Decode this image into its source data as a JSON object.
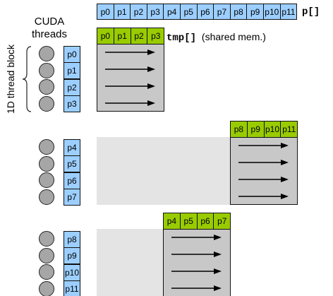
{
  "header": {
    "cuda_threads_line1": "CUDA",
    "cuda_threads_line2": "threads",
    "thread_block_label": "1D thread block"
  },
  "global_array": {
    "label": "p[]",
    "cells": [
      "p0",
      "p1",
      "p2",
      "p3",
      "p4",
      "p5",
      "p6",
      "p7",
      "p8",
      "p9",
      "p10",
      "p11"
    ],
    "color": "#9ccfff"
  },
  "shared_mem": {
    "label_code": "tmp[]",
    "label_note": "(shared mem.)",
    "color": "#99cc00"
  },
  "tile_color": "#c8c8c8",
  "thread_color": "#a6a6a6",
  "groups": [
    {
      "thread_labels": [
        "p0",
        "p1",
        "p2",
        "p3"
      ],
      "shared_cells": [
        "p0",
        "p1",
        "p2",
        "p3"
      ]
    },
    {
      "thread_labels": [
        "p4",
        "p5",
        "p6",
        "p7"
      ],
      "shared_cells": [
        "p8",
        "p9",
        "p10",
        "p11"
      ]
    },
    {
      "thread_labels": [
        "p8",
        "p9",
        "p10",
        "p11"
      ],
      "shared_cells": [
        "p4",
        "p5",
        "p6",
        "p7"
      ]
    }
  ]
}
